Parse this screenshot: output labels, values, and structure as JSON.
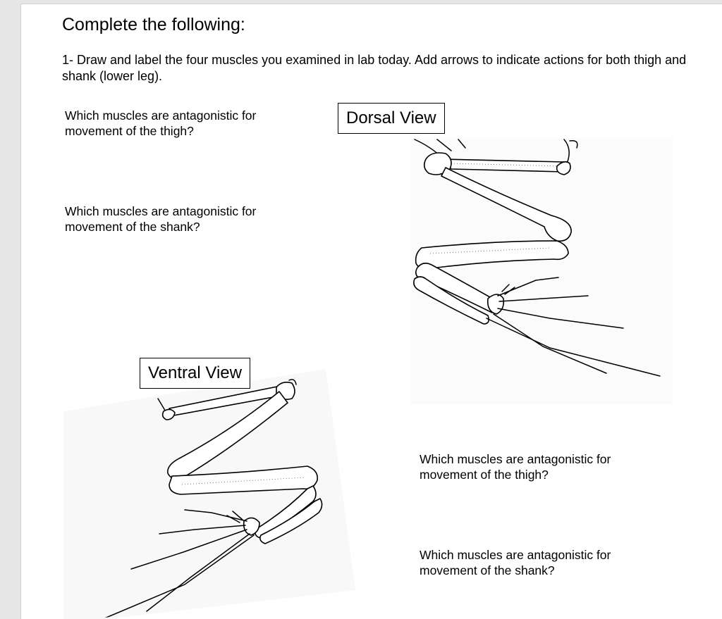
{
  "document": {
    "heading": "Complete the following:",
    "instruction": "1- Draw and label the four muscles you examined in lab today. Add arrows to indicate actions for both thigh and shank (lower leg).",
    "questions": {
      "dorsal_thigh": "Which muscles are antagonistic for movement of the thigh?",
      "dorsal_shank": "Which muscles are antagonistic for movement of the shank?",
      "ventral_thigh": "Which muscles are antagonistic for movement of the thigh?",
      "ventral_shank": "Which muscles are antagonistic for movement of the shank?"
    },
    "figures": {
      "dorsal_label": "Dorsal View",
      "ventral_label": "Ventral View"
    }
  }
}
